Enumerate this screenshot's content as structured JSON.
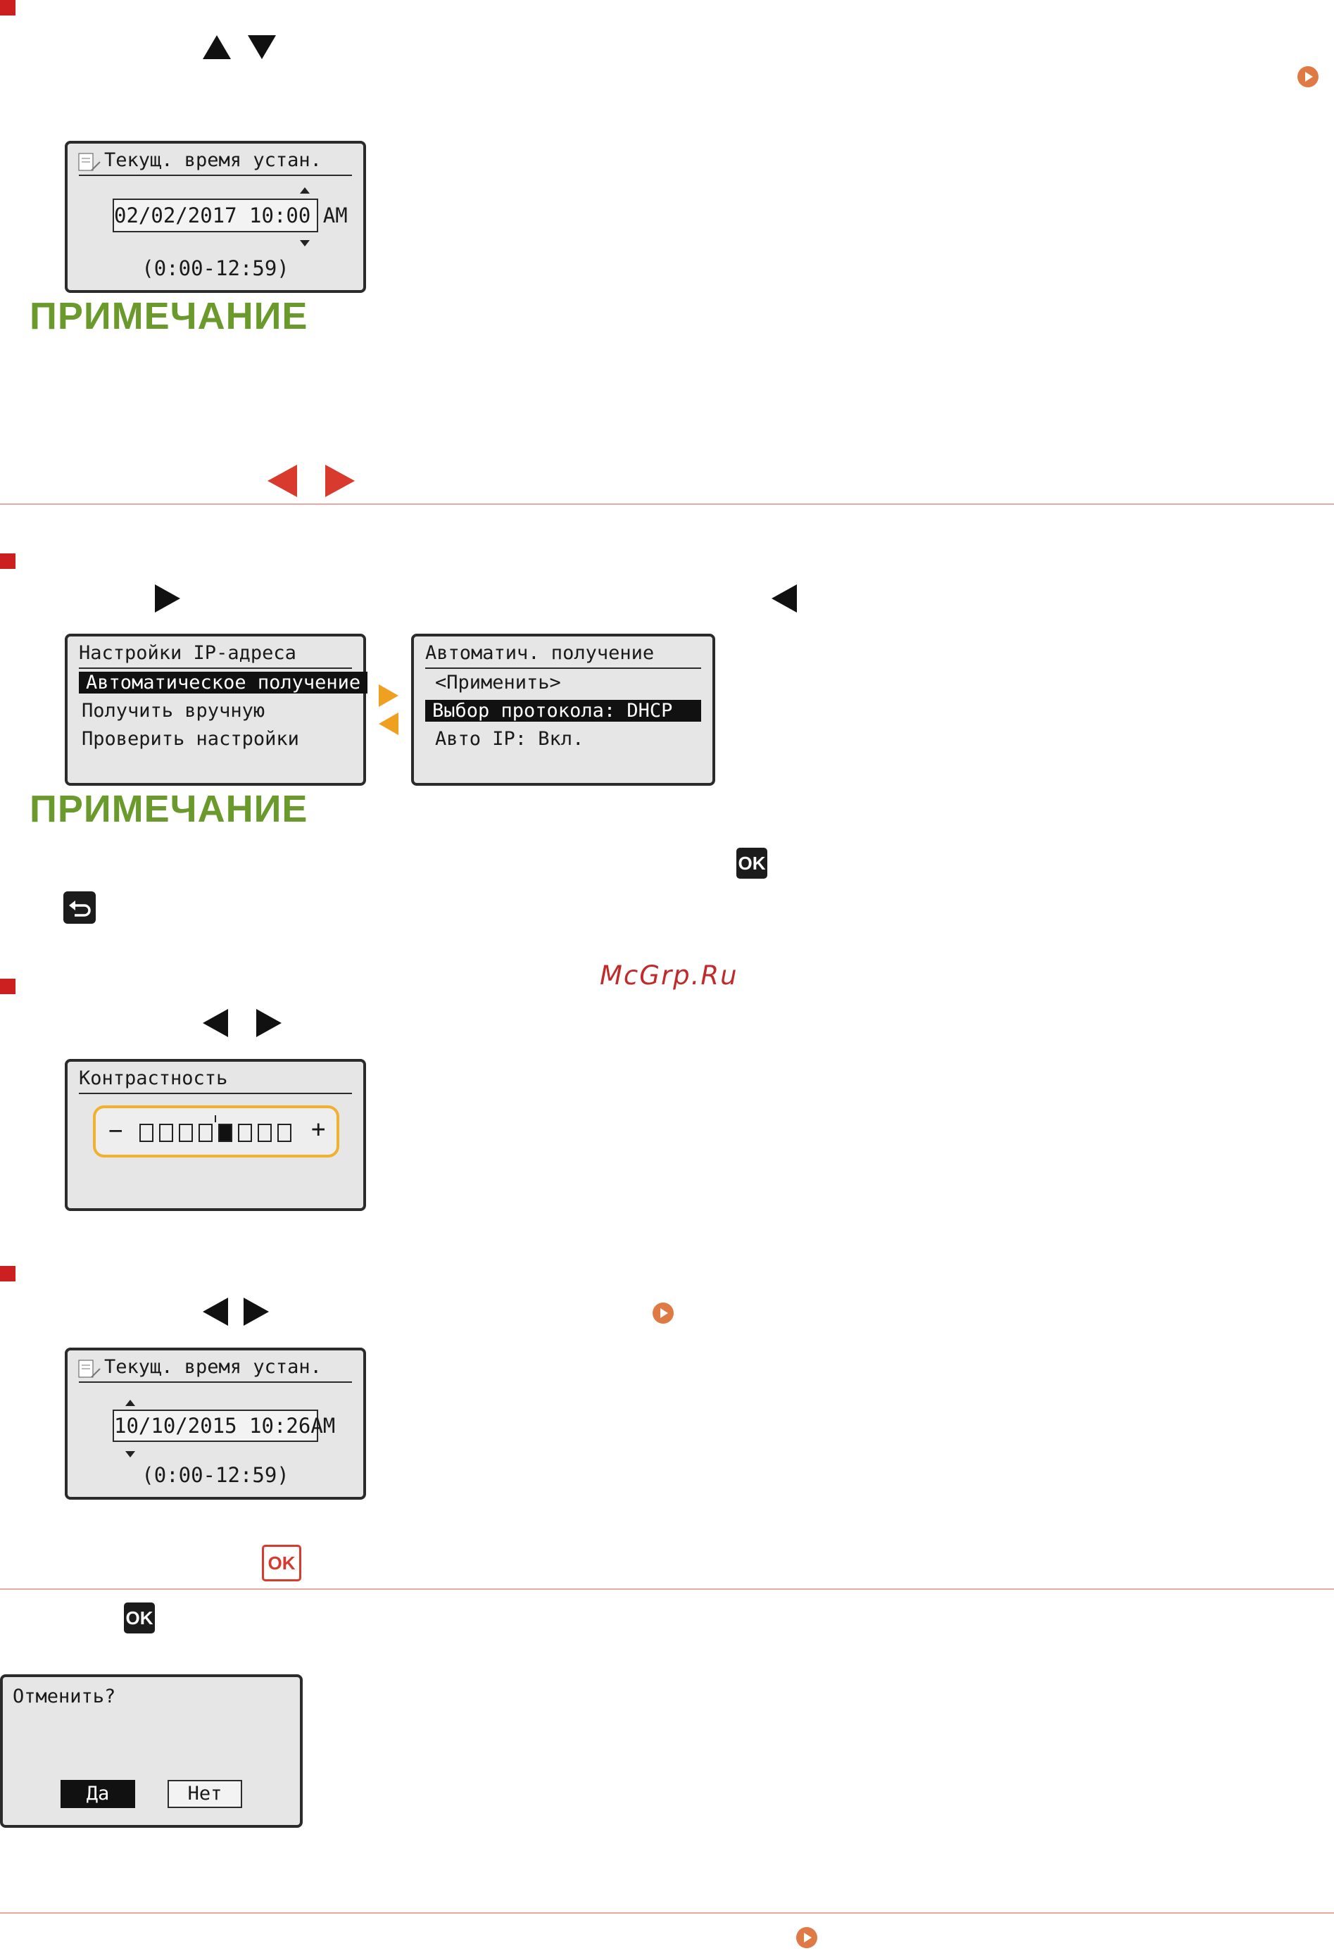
{
  "colors": {
    "accent_red": "#cc1f1f",
    "note_green": "#6a9a2c",
    "arrow_orange": "#f0a020",
    "arrow_red": "#d83a2e"
  },
  "icons": [
    "triangle-up-icon",
    "triangle-down-icon",
    "triangle-left-icon",
    "triangle-right-icon",
    "arrow-link-icon",
    "ok-key-icon",
    "back-key-icon"
  ],
  "screen_time_1": {
    "title": "Текущ. время устан.",
    "value": "02/02/2017 10:00 AM",
    "range": "(0:00-12:59)"
  },
  "note_1": {
    "heading": "ПРИМЕЧАНИЕ"
  },
  "screen_ip": {
    "title": "Настройки IP-адреса",
    "items": [
      "Автоматическое получение",
      "Получить вручную",
      "Проверить настройки"
    ],
    "selected_index": 0
  },
  "screen_auto": {
    "title": "Автоматич. получение",
    "items": [
      "<Применить>",
      "Выбор протокола: DHCP",
      "Авто IP: Вкл."
    ],
    "selected_index": 1
  },
  "note_2": {
    "heading": "ПРИМЕЧАНИЕ"
  },
  "watermark": "McGrp.Ru",
  "screen_contrast": {
    "title": "Контрастность",
    "minus": "−",
    "plus": "+",
    "level": 5,
    "steps": 8
  },
  "screen_time_2": {
    "title": "Текущ. время устан.",
    "value": "10/10/2015 10:26AM",
    "range": "(0:00-12:59)"
  },
  "keys": {
    "ok": "OK"
  },
  "screen_cancel": {
    "title": "Отменить?",
    "yes": "Да",
    "no": "Нет"
  }
}
